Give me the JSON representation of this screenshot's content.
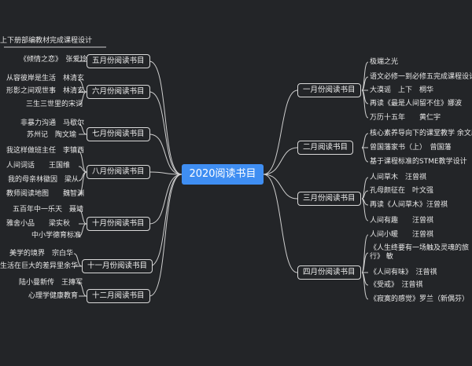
{
  "root": "2020阅读书目",
  "months": {
    "may": "五月份阅读书目",
    "jun": "六月份阅读书目",
    "jul": "七月份阅读书目",
    "aug": "八月份阅读书目",
    "oct": "十月份阅读书目",
    "nov": "十一月份阅读书目",
    "dec": "十二月阅读书目",
    "jan": "一月份阅读书目",
    "feb": "二月阅读书目",
    "mar": "三月份阅读书目",
    "apr": "四月份阅读书目"
  },
  "left_top": "上下册部编教材完成课程设计",
  "may": [
    "《倾情之恋》　张爱玲"
  ],
  "jun": [
    "从容彼岸是生活　林清玄",
    "形影之间观世事　林清玄",
    "三生三世里的宋词"
  ],
  "jul": [
    "非暴力沟通　马歇尔",
    "苏州记　陶文瑜"
  ],
  "aug": [
    "我这样做班主任　李镇西",
    "人间词话　　王国维",
    "我的母亲林徽因　梁从",
    "教师阅读地图　　魏智渊"
  ],
  "oct": [
    "五百年中一乐天　聂靖",
    "雅舍小品　　梁实秋",
    "中小学德育标准"
  ],
  "nov": [
    "美学的境界　宗白华",
    "生活在巨大的差异里余华"
  ],
  "dec": [
    "陆小曼新传　王摶军",
    "心理学健康教育"
  ],
  "jan": [
    "极端之光",
    "语文必修一到必修五完成课程设计",
    "大漠谣　上下　桐华",
    "再读《最是人间留不住》娜波",
    "万历十五年　　黄仁宇"
  ],
  "feb": [
    "核心素养导向下的课堂教学  余文森",
    "曾国藩家书（上）　曾国藩",
    "基于课程标准的STME教学设计"
  ],
  "mar": [
    "人间草木　汪曾祺",
    "孔母颜征在　叶文强",
    "再读《人间草木》汪曾祺",
    "人间有趣　　汪曾祺"
  ],
  "apr": [
    "人间小暖　　汪曾祺",
    "《人生终要有一场触及灵魂的旅行》 敏",
    "《人间有味》　汪曾祺",
    "《受戒》　汪曾祺",
    "《寂寞的感觉》罗兰（新偶芬）"
  ]
}
